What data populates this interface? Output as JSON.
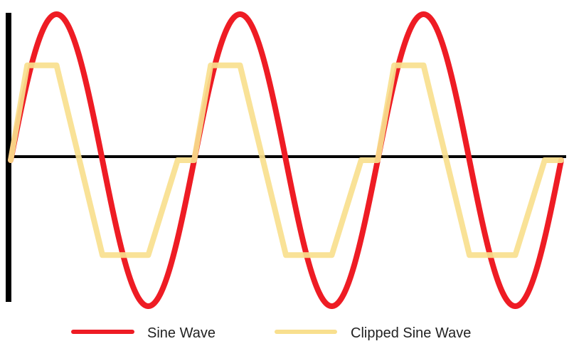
{
  "chart_data": {
    "type": "line",
    "title": "",
    "xlabel": "",
    "ylabel": "",
    "x_range": [
      0,
      6
    ],
    "ylim": [
      -1,
      1
    ],
    "grid": false,
    "legend_position": "bottom",
    "series": [
      {
        "name": "Sine Wave",
        "color": "#ee1c24",
        "function": "sine",
        "cycles": 3,
        "amplitude": 1
      },
      {
        "name": "Clipped Sine Wave",
        "color": "#f8df8e",
        "function": "clipped-sine",
        "cycles": 3,
        "amplitude": 1,
        "clip_level": 0.65,
        "x": [
          0,
          0.18,
          0.5,
          1.0,
          1.5,
          1.82,
          2.0,
          2.18,
          2.5,
          3.0,
          3.5,
          3.82,
          4.0,
          4.18,
          4.5,
          5.0,
          5.5,
          5.82,
          6.0
        ],
        "y": [
          0,
          0.65,
          0.65,
          -0.65,
          -0.65,
          0,
          0,
          0.65,
          0.65,
          -0.65,
          -0.65,
          0,
          0,
          0.65,
          0.65,
          -0.65,
          -0.65,
          0,
          0
        ]
      }
    ]
  }
}
